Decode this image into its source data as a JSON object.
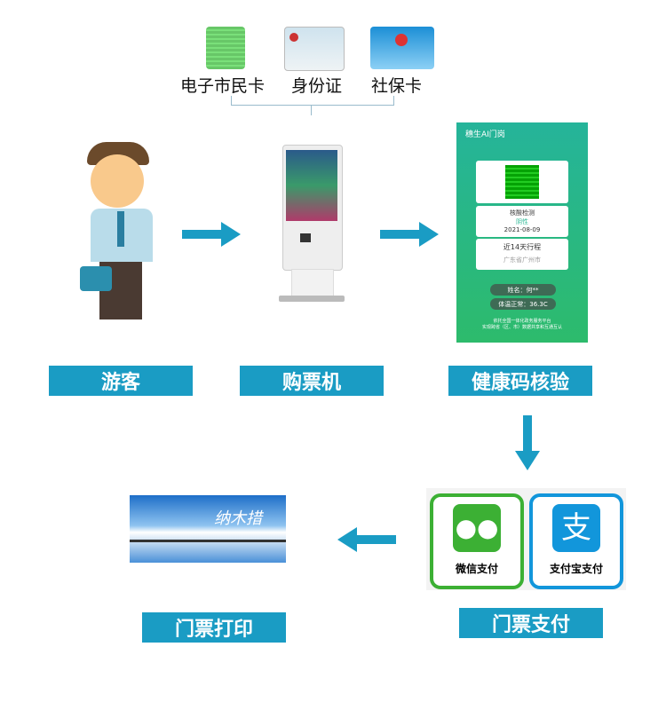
{
  "id_methods": [
    {
      "label": "电子市民卡"
    },
    {
      "label": "身份证"
    },
    {
      "label": "社保卡"
    }
  ],
  "steps": {
    "tourist": "游客",
    "kiosk": "购票机",
    "health_check": "健康码核验",
    "payment": "门票支付",
    "print": "门票打印"
  },
  "health_app": {
    "title": "穗生AI门岗",
    "test_label": "核酸检测",
    "test_result": "阴性",
    "test_date": "2021-08-09",
    "trip_label": "近14天行程",
    "trip_value": "广东省广州市",
    "name": "姓名：何**",
    "temperature": "体温正常：36.3C",
    "footer1": "依托全国一体化政务服务平台",
    "footer2": "实现跨省（区、市）数据共享和互通互认"
  },
  "payments": {
    "wechat": "微信支付",
    "alipay": "支付宝支付"
  },
  "ticket": {
    "title": "纳木措"
  },
  "colors": {
    "accent": "#1a9cc4",
    "wechat": "#3cb034",
    "alipay": "#1296db"
  }
}
